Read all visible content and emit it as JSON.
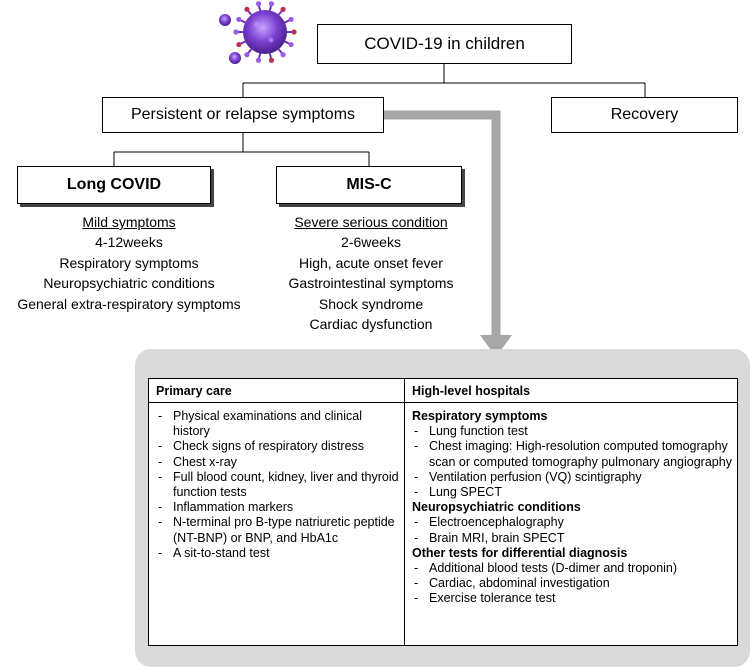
{
  "title": "COVID-19 in children",
  "branches": {
    "persistent": "Persistent or relapse symptoms",
    "recovery": "Recovery"
  },
  "long_covid": {
    "label": "Long COVID",
    "heading": "Mild symptoms",
    "items": [
      "4-12weeks",
      "Respiratory symptoms",
      "Neuropsychiatric conditions",
      "General extra-respiratory symptoms"
    ]
  },
  "mis_c": {
    "label": "MIS-C",
    "heading": "Severe serious condition",
    "items": [
      "2-6weeks",
      "High, acute onset fever",
      "Gastrointestinal symptoms",
      "Shock syndrome",
      "Cardiac dysfunction"
    ]
  },
  "table": {
    "primary_care": {
      "header": "Primary care",
      "items": [
        "Physical examinations and clinical history",
        "Check signs of respiratory distress",
        "Chest x-ray",
        "Full blood count, kidney, liver and thyroid function tests",
        "Inflammation markers",
        "N-terminal pro B-type natriuretic peptide (NT-BNP) or BNP, and HbA1c",
        "A sit-to-stand test"
      ]
    },
    "high_level": {
      "header": "High-level hospitals",
      "sections": [
        {
          "title": "Respiratory symptoms",
          "items": [
            "Lung function test",
            "Chest imaging: High-resolution computed tomography scan or computed tomography pulmonary angiography",
            "Ventilation perfusion (VQ) scintigraphy",
            "Lung SPECT"
          ]
        },
        {
          "title": "Neuropsychiatric conditions",
          "items": [
            "Electroencephalography",
            "Brain MRI, brain SPECT"
          ]
        },
        {
          "title": "Other tests for differential diagnosis",
          "items": [
            "Additional blood tests (D-dimer and troponin)",
            "Cardiac, abdominal investigation",
            "Exercise tolerance test"
          ]
        }
      ]
    }
  },
  "icons": {
    "virus": "coronavirus-icon"
  },
  "colors": {
    "panel": "#d9d9d9",
    "arrow": "#a6a6a6",
    "virus": "#7b3fd0"
  }
}
